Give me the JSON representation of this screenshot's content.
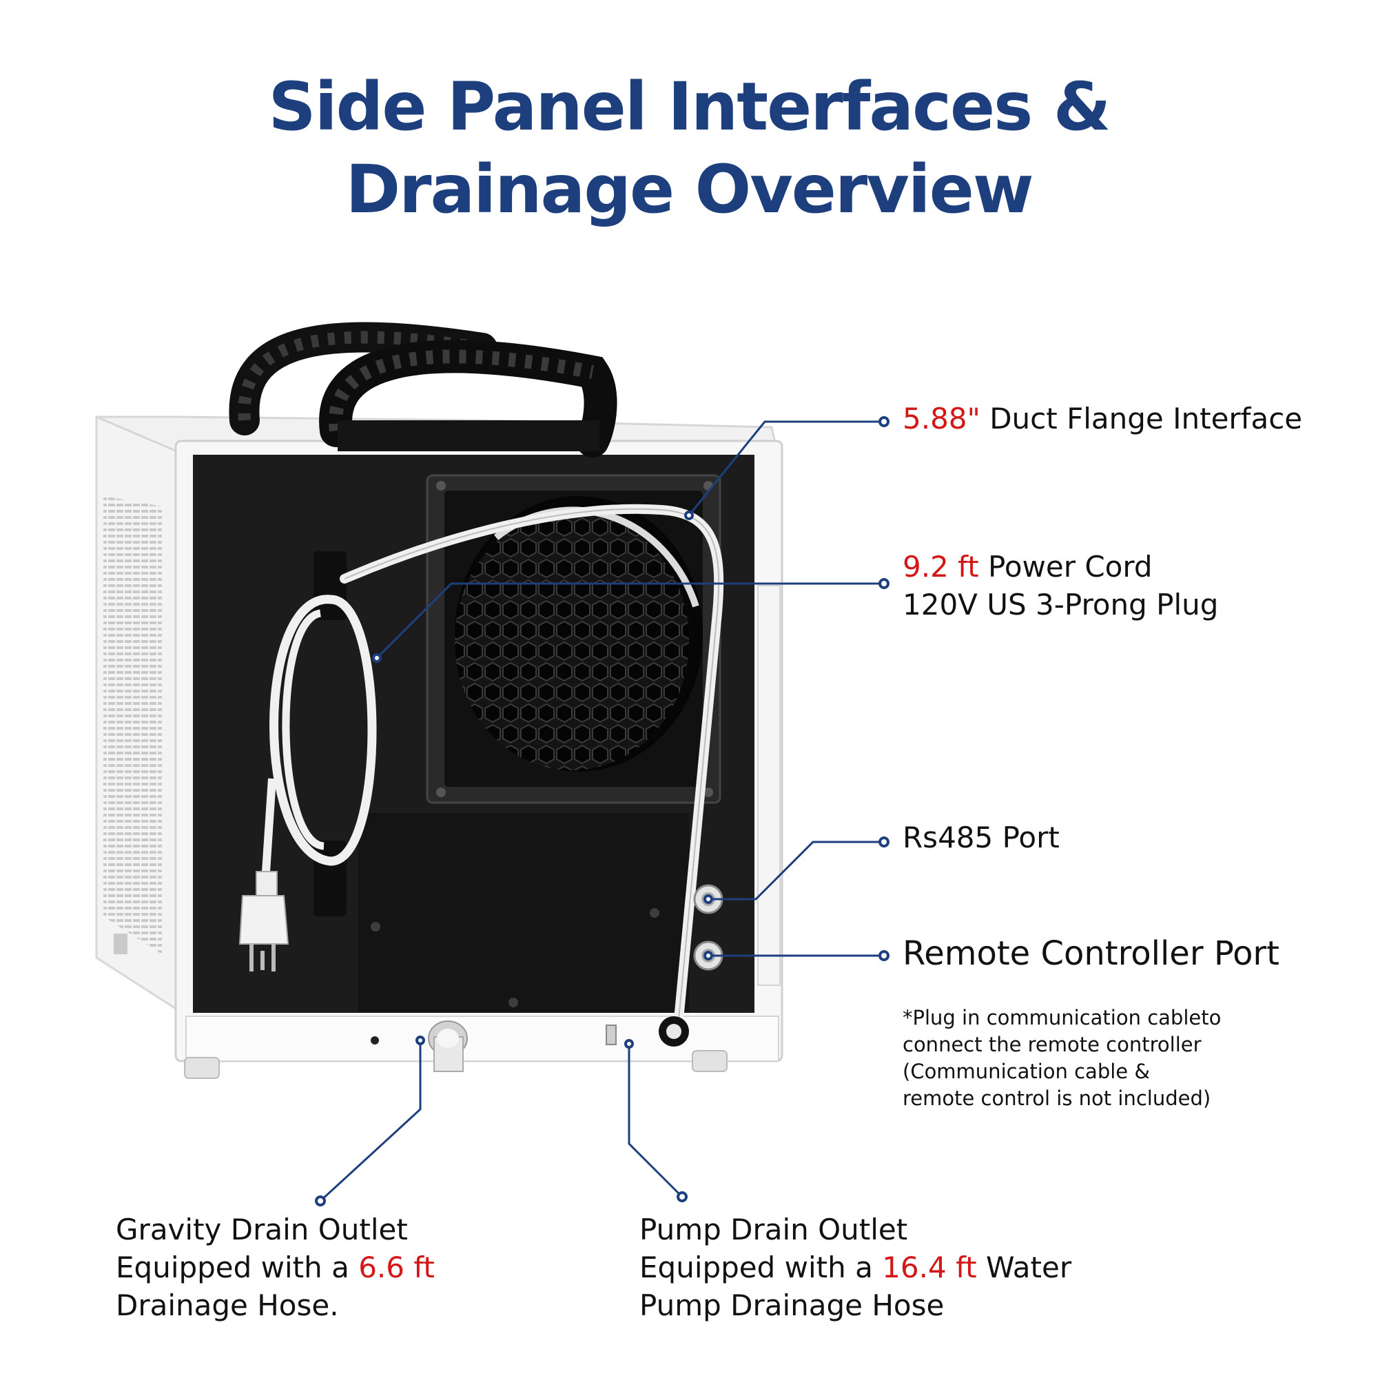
{
  "title": {
    "line1": "Side Panel Interfaces &",
    "line2": "Drainage Overview"
  },
  "colors": {
    "title": "#1d3f7e",
    "highlight": "#d41616",
    "callout_line": "#1d3f7e"
  },
  "callouts": {
    "duct": {
      "value": "5.88\"",
      "text": " Duct Flange Interface"
    },
    "power": {
      "value": "9.2 ft",
      "text": " Power Cord",
      "line2": "120V US 3-Prong Plug"
    },
    "rs485": {
      "text": "Rs485 Port"
    },
    "remote": {
      "text": "Remote Controller Port",
      "note": [
        "*Plug in communication cableto",
        "connect the remote controller",
        "(Communication cable &",
        "remote control is not included)"
      ]
    },
    "gravity": {
      "line1": "Gravity Drain Outlet",
      "line2_prefix": "Equipped with a ",
      "value": "6.6 ft",
      "line3": "Drainage Hose."
    },
    "pump": {
      "line1": "Pump Drain Outlet",
      "line2_prefix": "Equipped with a ",
      "value": "16.4 ft",
      "line2_suffix": " Water",
      "line3": "Pump Drainage Hose"
    }
  }
}
